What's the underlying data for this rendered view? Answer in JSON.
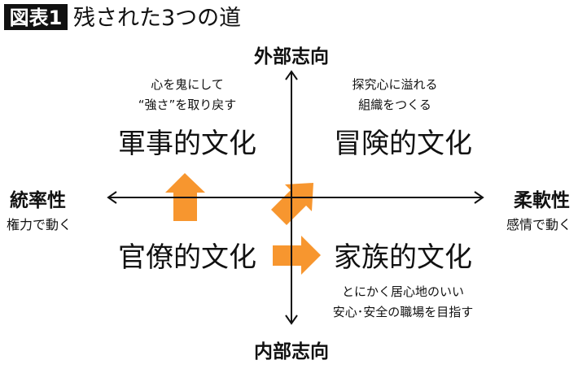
{
  "header": {
    "badge": "図表1",
    "title": "残された3つの道"
  },
  "axes": {
    "top": "外部志向",
    "bottom": "内部志向",
    "left": {
      "label": "統率性",
      "sub": "権力で動く"
    },
    "right": {
      "label": "柔軟性",
      "sub": "感情で動く"
    }
  },
  "quadrants": {
    "top_left": {
      "name": "軍事的文化",
      "note": [
        "心を鬼にして",
        "“強さ”を取り戻す"
      ]
    },
    "top_right": {
      "name": "冒険的文化",
      "note": [
        "探究心に溢れる",
        "組織をつくる"
      ]
    },
    "bottom_left": {
      "name": "官僚的文化"
    },
    "bottom_right": {
      "name": "家族的文化",
      "note": [
        "とにかく居心地のいい",
        "安心･安全の職場を目指す"
      ]
    }
  },
  "colors": {
    "arrow": "#f7962f",
    "badge_bg": "#111111",
    "badge_text": "#ffffff",
    "axis": "#111111"
  }
}
